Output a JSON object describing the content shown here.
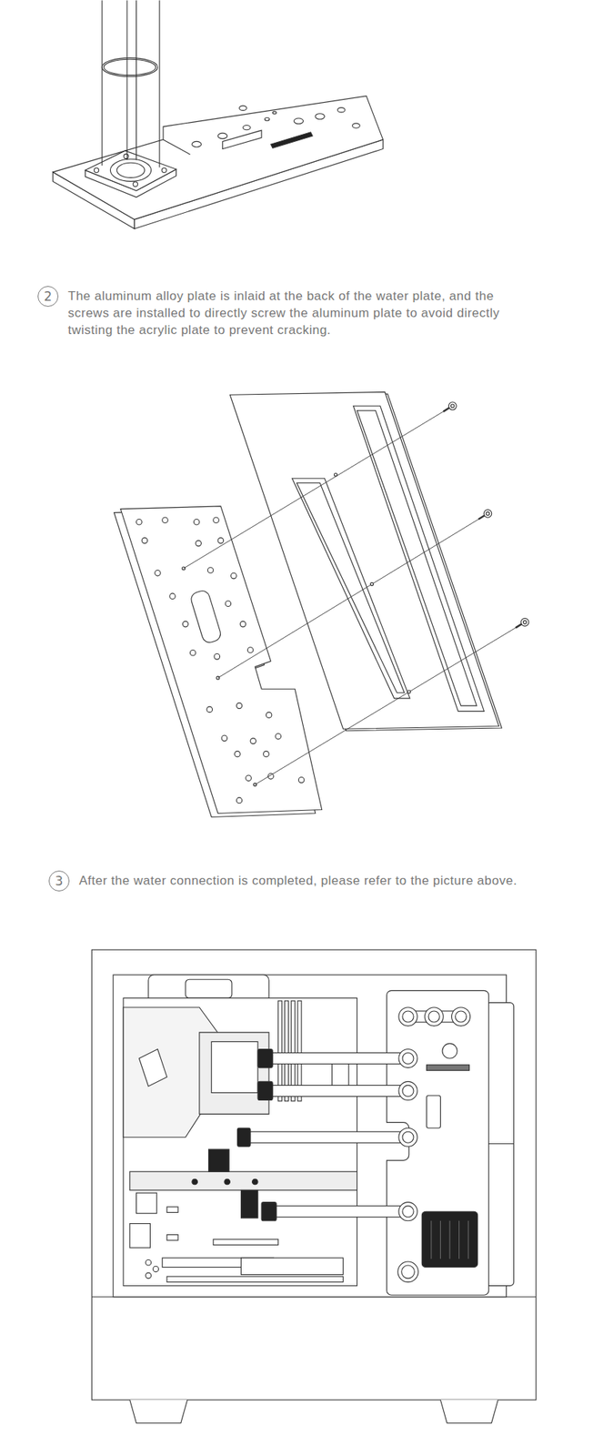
{
  "diagram": {
    "nodes": [
      {
        "text": [
          "2"
        ]
      },
      {
        "text": [
          "3"
        ]
      }
    ],
    "labels": [
      "The aluminum alloy plate is inlaid at the back of the water plate, and the screws are installed to directly screw the aluminum plate to avoid directly twisting the acrylic plate to prevent cracking.",
      "After the water connection is completed, please refer to the picture above."
    ]
  }
}
